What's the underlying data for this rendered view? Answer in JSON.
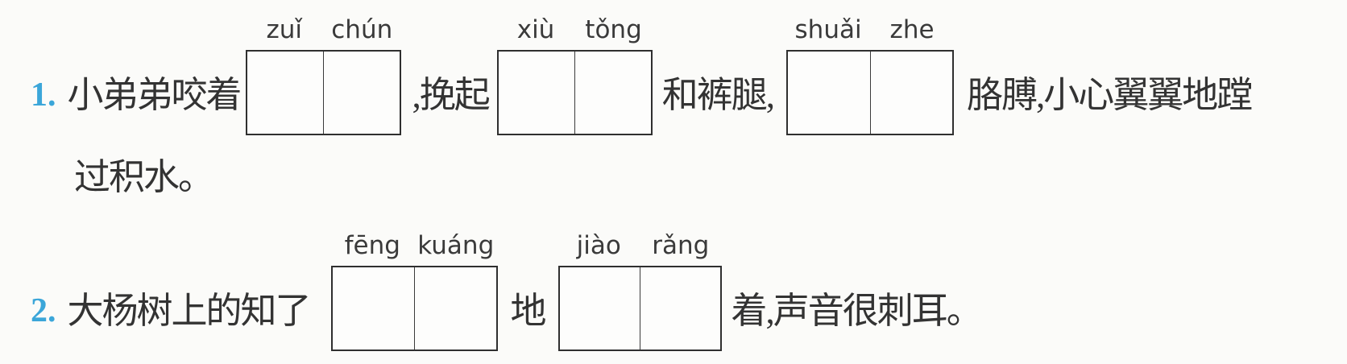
{
  "palette": {
    "accent_blue": "#3ba6d9",
    "ink": "#333333",
    "box_border": "#2f2f2f",
    "background": "#fbfbf9"
  },
  "worksheet": {
    "items": [
      {
        "number": "1.",
        "segments": [
          {
            "type": "text",
            "value": "小弟弟咬着"
          },
          {
            "type": "box",
            "pinyin": [
              "zuǐ",
              "chún"
            ]
          },
          {
            "type": "text",
            "value": ",挽起"
          },
          {
            "type": "box",
            "pinyin": [
              "xiù",
              "tǒng"
            ]
          },
          {
            "type": "text",
            "value": "和裤腿,"
          },
          {
            "type": "box",
            "pinyin": [
              "shuǎi",
              "zhe"
            ]
          },
          {
            "type": "text",
            "value": "胳膊,小心翼翼地蹚"
          }
        ],
        "continuation": "过积水。"
      },
      {
        "number": "2.",
        "segments": [
          {
            "type": "text",
            "value": "大杨树上的知了"
          },
          {
            "type": "box",
            "pinyin": [
              "fēng",
              "kuáng"
            ]
          },
          {
            "type": "text",
            "value": "地"
          },
          {
            "type": "box",
            "pinyin": [
              "jiào",
              "rǎng"
            ]
          },
          {
            "type": "text",
            "value": "着,声音很刺耳。"
          }
        ],
        "continuation": ""
      }
    ]
  }
}
